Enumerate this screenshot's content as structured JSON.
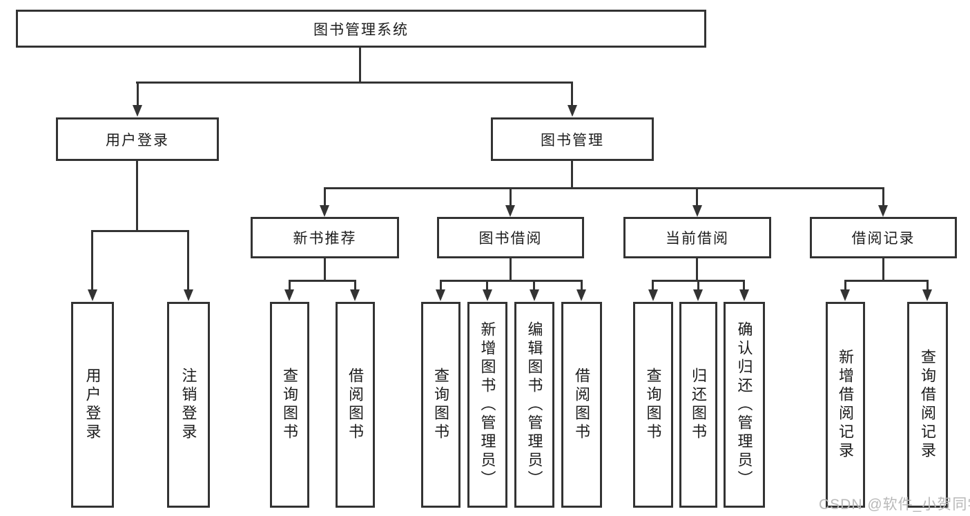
{
  "diagram": {
    "root": {
      "label": "图书管理系统"
    },
    "level1": {
      "user_login": {
        "label": "用户登录"
      },
      "book_mgmt": {
        "label": "图书管理"
      }
    },
    "level2": {
      "new_books": {
        "label": "新书推荐"
      },
      "book_borrow": {
        "label": "图书借阅"
      },
      "current_borrow": {
        "label": "当前借阅"
      },
      "borrow_records": {
        "label": "借阅记录"
      }
    },
    "leaves": {
      "user_login": [
        "用户登录",
        "注销登录"
      ],
      "new_books": [
        "查询图书",
        "借阅图书"
      ],
      "book_borrow": [
        "查询图书",
        "新增图书（管理员）",
        "编辑图书（管理员）",
        "借阅图书"
      ],
      "current_borrow": [
        "查询图书",
        "归还图书",
        "确认归还（管理员）"
      ],
      "borrow_records": [
        "新增借阅记录",
        "查询借阅记录"
      ]
    },
    "watermark": "CSDN @软件_小贺同学",
    "colors": {
      "line": "#333333",
      "text": "#1c1c1c",
      "background": "#ffffff",
      "watermark": "#b8b8b8"
    }
  }
}
